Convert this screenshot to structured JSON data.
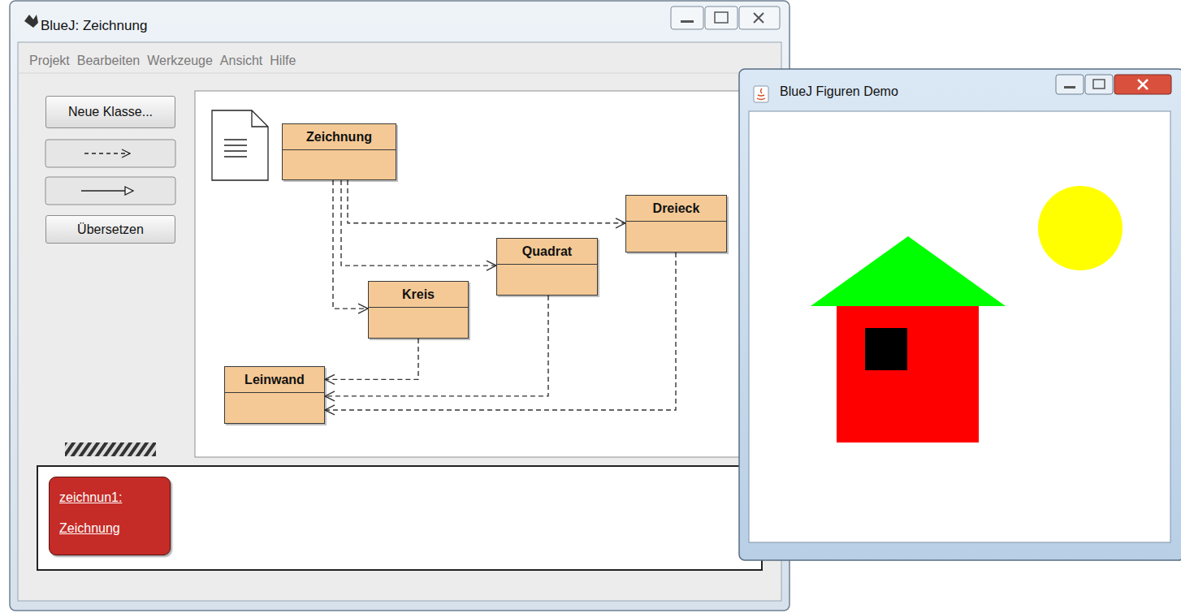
{
  "diagram": {
    "nodes": [
      {
        "text": [
          "Neue Klasse..."
        ]
      },
      {
        "text": [
          "Übersetzen"
        ]
      },
      {
        "text": [
          "Zeichnung"
        ]
      },
      {
        "text": [
          "Dreieck"
        ]
      },
      {
        "text": [
          "Quadrat"
        ]
      },
      {
        "text": [
          "Kreis"
        ]
      },
      {
        "text": [
          "Leinwand"
        ]
      },
      {
        "text": [
          "zeichnun1: Zeichnung"
        ]
      }
    ],
    "edges": [
      {
        "from": 2,
        "to": 3,
        "arrow": "to"
      },
      {
        "from": 2,
        "to": 4,
        "arrow": "to"
      },
      {
        "from": 2,
        "to": 5,
        "arrow": "to"
      },
      {
        "from": 5,
        "to": 6,
        "arrow": "to"
      },
      {
        "from": 4,
        "to": 6,
        "arrow": "to"
      },
      {
        "from": 3,
        "to": 6,
        "arrow": "to"
      }
    ],
    "labels": [
      "BlueJ: Zeichnung",
      "Projekt",
      "Bearbeiten",
      "Werkzeuge",
      "Ansicht",
      "Hilfe",
      "BlueJ Figuren Demo"
    ]
  }
}
